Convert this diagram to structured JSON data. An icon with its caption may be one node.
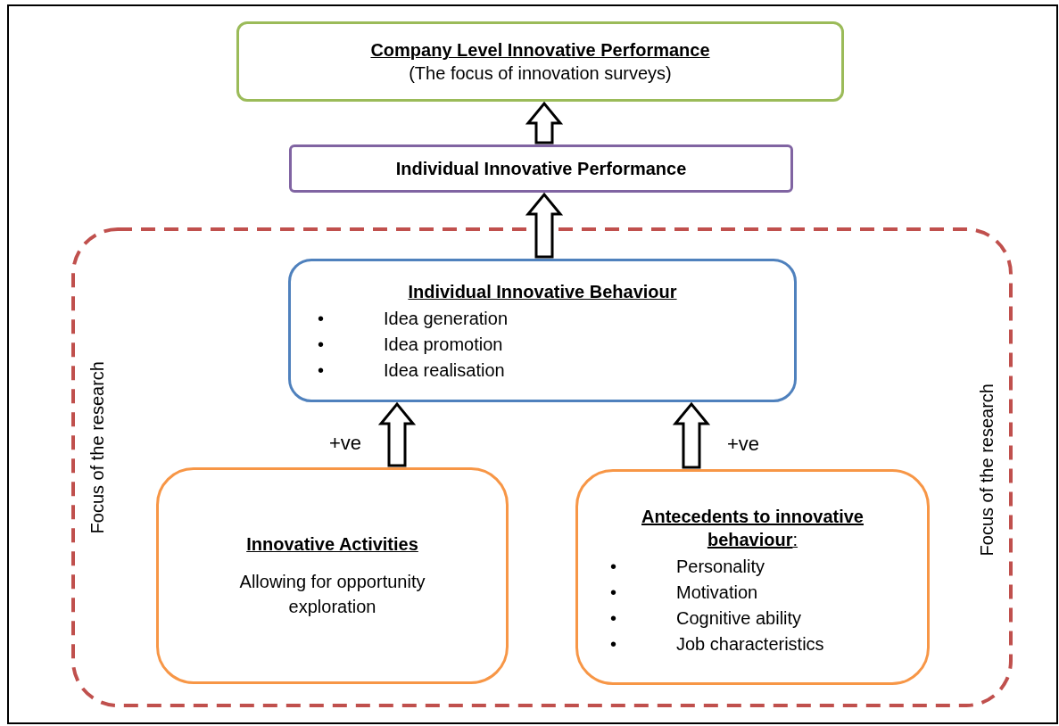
{
  "diagram": {
    "nodes": [
      {
        "text": [
          "Company Level Innovative Performance",
          "(The focus of innovation surveys)"
        ]
      },
      {
        "text": [
          "Individual Innovative Performance"
        ]
      },
      {
        "text": [
          "Focus of the research",
          "Focus of the research"
        ]
      },
      {
        "text": [
          "Individual Innovative Behaviour",
          "•",
          "Idea generation",
          "•",
          "Idea promotion",
          "•",
          "Idea realisation"
        ],
        "in": 2
      },
      {
        "text": [
          "Innovative Activities",
          "Allowing for opportunity exploration"
        ],
        "in": 2
      },
      {
        "text": [
          "**Antecedents to innovative behaviour**:",
          "•",
          "Personality",
          "•",
          "Motivation",
          "•",
          "Cognitive ability",
          "•",
          "Job characteristics"
        ],
        "in": 2
      }
    ],
    "edges": [
      {
        "from": 1,
        "to": 0,
        "arrow": "to"
      },
      {
        "from": 3,
        "to": 1,
        "arrow": "to"
      },
      {
        "from": 4,
        "to": 3,
        "arrow": "to",
        "label": "+ve"
      },
      {
        "from": 5,
        "to": 3,
        "arrow": "to",
        "label": "+ve"
      }
    ]
  }
}
